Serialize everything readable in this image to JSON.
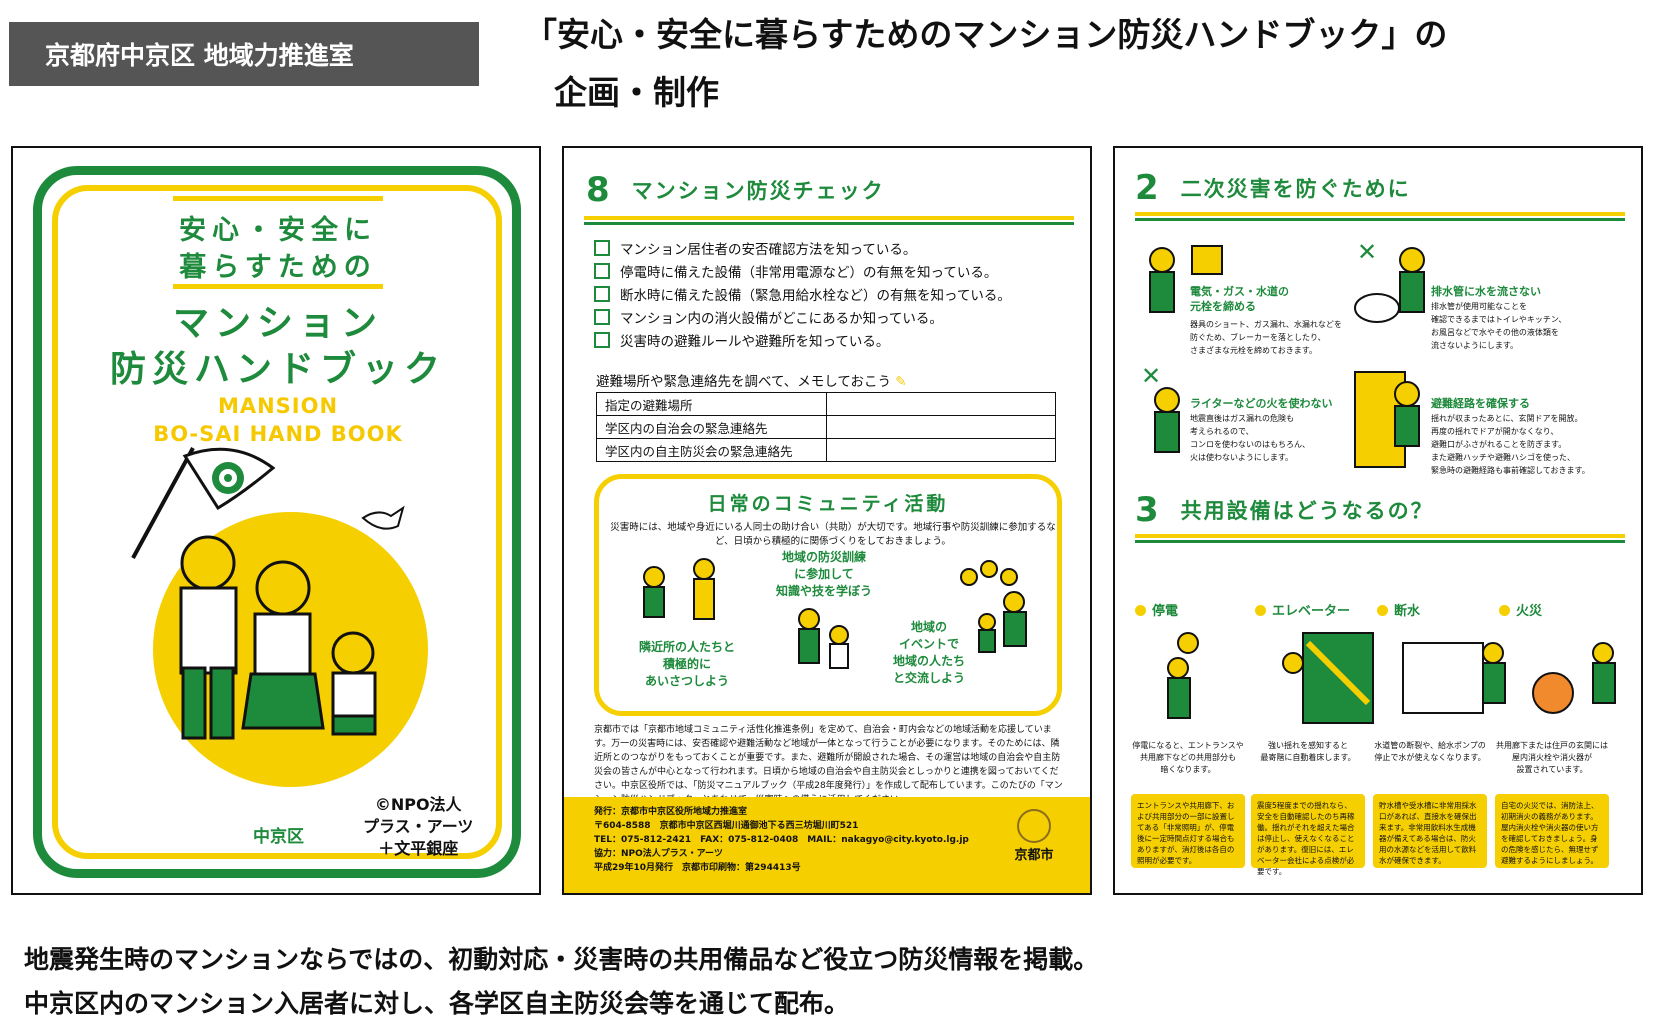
{
  "header": {
    "badge": "京都府中京区 地域力推進室",
    "title_line1": "「安心・安全に暮らすためのマンション防災ハンドブック」の",
    "title_line2": "企画・制作"
  },
  "cover": {
    "line1": "安心・安全に",
    "line2": "暮らすための",
    "line3": "マンション",
    "line4": "防災ハンドブック",
    "en1": "MANSION",
    "en2": "BO-SAI HAND BOOK",
    "ward": "中京区",
    "credit1": "©NPO法人",
    "credit2": "プラス・アーツ",
    "credit3": "＋文平銀座"
  },
  "page8": {
    "num": "8",
    "title": "マンション防災チェック",
    "checks": [
      "マンション居住者の安否確認方法を知っている。",
      "停電時に備えた設備（非常用電源など）の有無を知っている。",
      "断水時に備えた設備（緊急用給水栓など）の有無を知っている。",
      "マンション内の消火設備がどこにあるか知っている。",
      "災害時の避難ルールや避難所を知っている。"
    ],
    "memo_label": "避難場所や緊急連絡先を調べて、メモしておこう",
    "memo_rows": [
      "指定の避難場所",
      "学区内の自治会の緊急連絡先",
      "学区内の自主防災会の緊急連絡先"
    ],
    "community_title": "日常のコミュニティ活動",
    "community_desc": "災害時には、地域や身近にいる人同士の助け合い（共助）が大切です。地域行事や防災訓練に参加するなど、日頃から積極的に関係づくりをしておきましょう。",
    "cap1": "隣近所の人たちと\n積極的に\nあいさつしよう",
    "cap2": "地域の防災訓練\nに参加して\n知識や技を学ぼう",
    "cap3": "地域の\nイベントで\n地域の人たち\nと交流しよう",
    "body": "京都市では「京都市地域コミュニティ活性化推進条例」を定めて、自治会・町内会などの地域活動を応援しています。万一の災害時には、安否確認や避難活動など地域が一体となって行うことが必要になります。そのためには、隣近所とのつながりをもっておくことが重要です。また、避難所が開設された場合、その運営は地域の自治会や自主防災会の皆さんが中心となって行われます。日頃から地域の自治会や自主防災会としっかりと連携を図っておいてください。中京区役所では、「防災マニュアルブック（平成28年度発行）」を作成して配布しています。このたびの「マンション防災ハンドブック」とあわせて、災害時への備えに活用してください。",
    "footer": [
      "発行：京都市中京区役所地域力推進室",
      "〒604-8588　京都市中京区西堀川通御池下る西三坊堀川町521",
      "TEL：075-812-2421　FAX：075-812-0408　MAIL：nakagyo@city.kyoto.lg.jp",
      "協力：NPO法人プラス・アーツ",
      "平成29年10月発行　京都市印刷物：第294413号"
    ],
    "seal": "京都市"
  },
  "page2": {
    "num2": "2",
    "title2": "二次災害を防ぐために",
    "items": [
      {
        "title": "電気・ガス・水道の\n元栓を締める",
        "desc": "器具のショート、ガス漏れ、水漏れなどを\n防ぐため、ブレーカーを落としたり、\nさまざまな元栓を締めておきます。"
      },
      {
        "title": "排水管に水を流さない",
        "desc": "排水管が使用可能なことを\n確認できるまではトイレやキッチン、\nお風呂などで水やその他の液体類を\n流さないようにします。"
      },
      {
        "title": "ライターなどの火を使わない",
        "desc": "地震直後はガス漏れの危険も\n考えられるので、\nコンロを使わないのはもちろん、\n火は使わないようにします。"
      },
      {
        "title": "避難経路を確保する",
        "desc": "揺れが収まったあとに、玄関ドアを開放。\n再度の揺れでドアが開かなくなり、\n避難口がふさがれることを防ぎます。\nまた避難ハッチや避難ハシゴを使った、\n緊急時の避難経路も事前確認しておきます。"
      }
    ],
    "num3": "3",
    "title3": "共用設備はどうなるの？",
    "utilities": [
      {
        "label": "停電",
        "cap": "停電になると、エントランスや\n共用廊下などの共用部分も\n暗くなります。",
        "box": "エントランスや共用廊下、および共用部分の一部に設置してある「非常照明」が、停電後に一定時間点灯する場合もありますが、消灯後は各自の照明が必要です。"
      },
      {
        "label": "エレベーター",
        "cap": "強い揺れを感知すると\n最寄階に自動着床します。",
        "box": "震度5程度までの揺れなら、安全を自動確認したのち再稼働。揺れがそれを超えた場合は停止し、使えなくなることがあります。復旧には、エレベーター会社による点検が必要です。"
      },
      {
        "label": "断水",
        "cap": "水道管の断裂や、給水ポンプの\n停止で水が使えなくなります。",
        "box": "貯水槽や受水槽に非常用採水口があれば、直接水を確保出来ます。非常用飲料水生成機器が備えてある場合は、防火用の水源などを活用して飲料水が確保できます。"
      },
      {
        "label": "火災",
        "cap": "共用廊下または住戸の玄関には\n屋内消火栓や消火器が\n設置されています。",
        "box": "自宅の火災では、消防法上、初期消火の義務があります。屋内消火栓や消火器の使い方を確認しておきましょう。身の危険を感じたら、無理せず避難するようにしましょう。"
      }
    ]
  },
  "bottom": {
    "line1": "地震発生時のマンションならではの、初動対応・災害時の共用備品など役立つ防災情報を掲載。",
    "line2": "中京区内のマンション入居者に対し、各学区自主防災会等を通じて配布。"
  }
}
